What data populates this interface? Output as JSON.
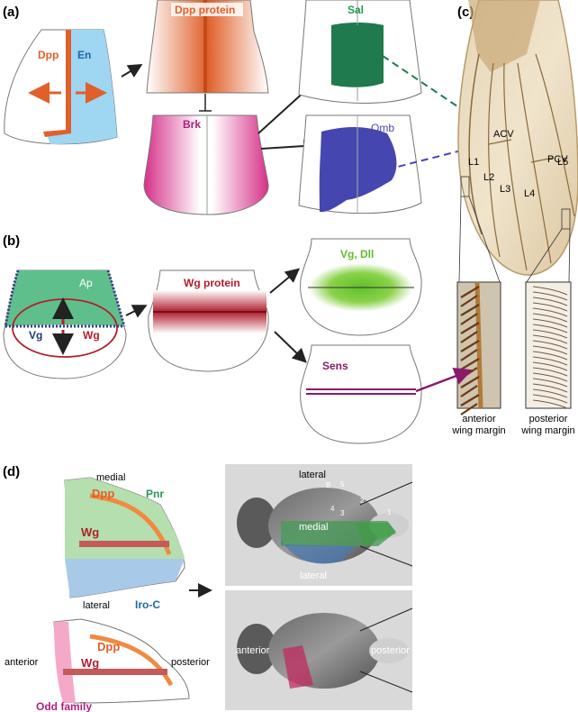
{
  "panels": {
    "a": "(a)",
    "b": "(b)",
    "c": "(c)",
    "d": "(d)"
  },
  "panel_a": {
    "dpp": "Dpp",
    "en": "En",
    "dpp_protein": "Dpp protein",
    "brk": "Brk",
    "sal": "Sal",
    "omb": "Omb"
  },
  "panel_b": {
    "ap": "Ap",
    "vg": "Vg",
    "wg": "Wg",
    "wg_protein": "Wg protein",
    "vg_dll": "Vg, Dll",
    "sens": "Sens"
  },
  "panel_c": {
    "veins": [
      "L1",
      "L2",
      "L3",
      "L4",
      "L5"
    ],
    "acv": "ACV",
    "pcv": "PCV",
    "anterior_margin_1": "anterior",
    "anterior_margin_2": "wing margin",
    "posterior_margin_1": "posterior",
    "posterior_margin_2": "wing margin"
  },
  "panel_d": {
    "medial": "medial",
    "lateral": "lateral",
    "dpp": "Dpp",
    "wg": "Wg",
    "pnr": "Pnr",
    "iroc": "Iro-C",
    "anterior": "anterior",
    "posterior": "posterior",
    "odd": "Odd family",
    "photo_lateral_top": "lateral",
    "photo_medial": "medial",
    "photo_lateral_bottom": "lateral",
    "photo_anterior": "anterior",
    "photo_posterior": "posterior",
    "bristle_numbers": [
      "1",
      "2",
      "3",
      "4",
      "5",
      "B"
    ]
  },
  "colors": {
    "dpp": "#e0602a",
    "en": "#9fd6f2",
    "brk": "#d6308a",
    "sal": "#1f7a4e",
    "omb": "#4646b0",
    "ap": "#5fbf8c",
    "wg": "#b01e2c",
    "vg_dll": "#7ccc3a",
    "sens": "#8b1a6a",
    "pnr": "#b5dfae",
    "iroc": "#a9c9e8",
    "odd": "#f5a9c9",
    "label_green": "#1f9a4f",
    "label_blue": "#1b6aa6",
    "label_magenta": "#b0207c"
  }
}
